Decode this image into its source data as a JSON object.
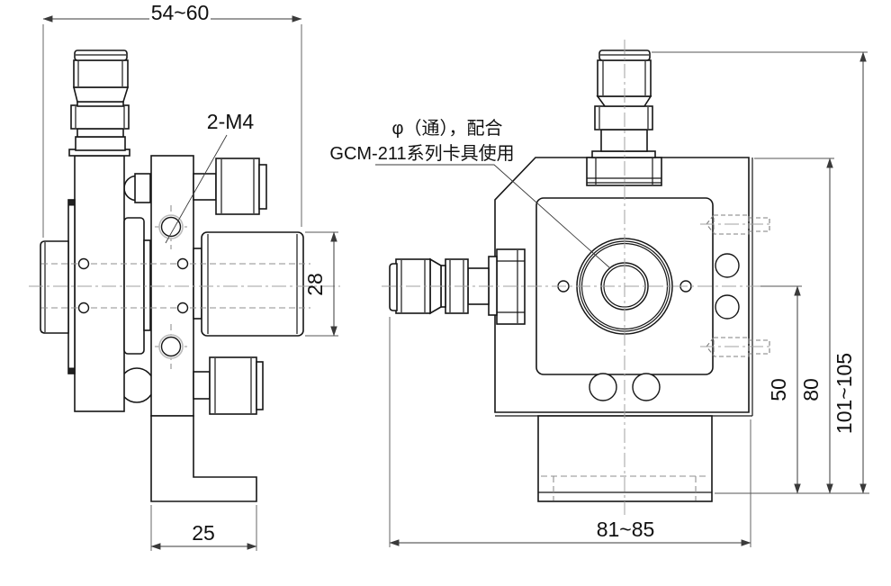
{
  "drawing": {
    "type": "engineering-2-view-drawing",
    "subject": "kinematic optical mount with micrometer adjusters and L-bracket",
    "colors": {
      "line": "#161616",
      "dimension": "#3a3a3a",
      "hidden_line": "#8f8f8f",
      "centerline": "#a0a0a0",
      "background": "#ffffff"
    },
    "dims": {
      "overall_depth": "54~60",
      "thread_callout": "2-M4",
      "drum_height": "28",
      "foot_width": "25",
      "base_width": "81~85",
      "center_height": "50",
      "body_height": "80",
      "overall_height": "101~105"
    },
    "annotation": {
      "line1": "φ（通），配合",
      "line2": "GCM-211系列卡具使用"
    }
  }
}
